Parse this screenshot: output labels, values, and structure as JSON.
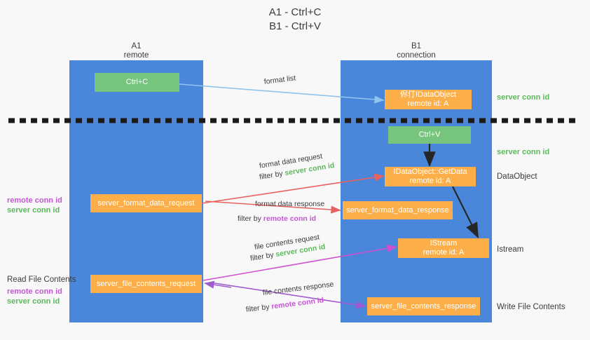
{
  "title": {
    "line1": "A1 - Ctrl+C",
    "line2": "B1 - Ctrl+V"
  },
  "columns": [
    {
      "name": "A1",
      "sub": "remote"
    },
    {
      "name": "B1",
      "sub": "connection"
    }
  ],
  "boxes": {
    "ctrl_c": "Ctrl+C",
    "ctrl_v": "Ctrl+V",
    "idataobject_l1": "侭仃IDataObject",
    "idataobject_l2": "remote id: A",
    "getdata_l1": "IDataObject::GetData",
    "getdata_l2": "remote id: A",
    "istream_l1": "IStream",
    "istream_l2": "remote id: A",
    "server_format_data_request": "server_format_data_request",
    "server_format_data_response": "server_format_data_response",
    "server_file_contents_request": "server_file_contents_request",
    "server_file_contents_response": "server_file_contents_response"
  },
  "right_labels": {
    "server_conn_id_top": "server conn id",
    "server_conn_id_second": "server conn id",
    "dataobject": "DataObject",
    "istream": "Istream",
    "write_file_contents": "Write File Contents"
  },
  "left_labels": {
    "remote_conn_id_1": "remote conn id",
    "server_conn_id_1": "server conn id",
    "read_file_contents": "Read File Contents",
    "remote_conn_id_2": "remote conn id",
    "server_conn_id_2": "server conn id"
  },
  "edges": {
    "format_list": "format list",
    "format_data_request": "format data request",
    "format_data_request_filter_prefix": "filter by ",
    "format_data_request_filter_value": "server conn id",
    "format_data_response": "format data response",
    "format_data_response_filter_prefix": "filter by ",
    "format_data_response_filter_value": "remote conn id",
    "file_contents_request": "file contents request",
    "file_contents_request_filter_prefix": "filter by ",
    "file_contents_request_filter_value": "server conn id",
    "file_contents_response": "file contents response",
    "file_contents_response_filter_prefix": "filter by ",
    "file_contents_response_filter_value": "remote conn id"
  },
  "colors": {
    "panel": "#4a86d9",
    "green_box": "#76c47d",
    "orange_box": "#fcaf49",
    "green_text": "#5cb85c",
    "purple_text": "#c655d6",
    "arrow_blue": "#8fc4ec",
    "arrow_red": "#e8625f",
    "arrow_magenta": "#cf4fd0",
    "arrow_purple": "#a05ad0",
    "arrow_black": "#262626",
    "divider": "#1a1a1a",
    "background": "#f8f8f8"
  }
}
